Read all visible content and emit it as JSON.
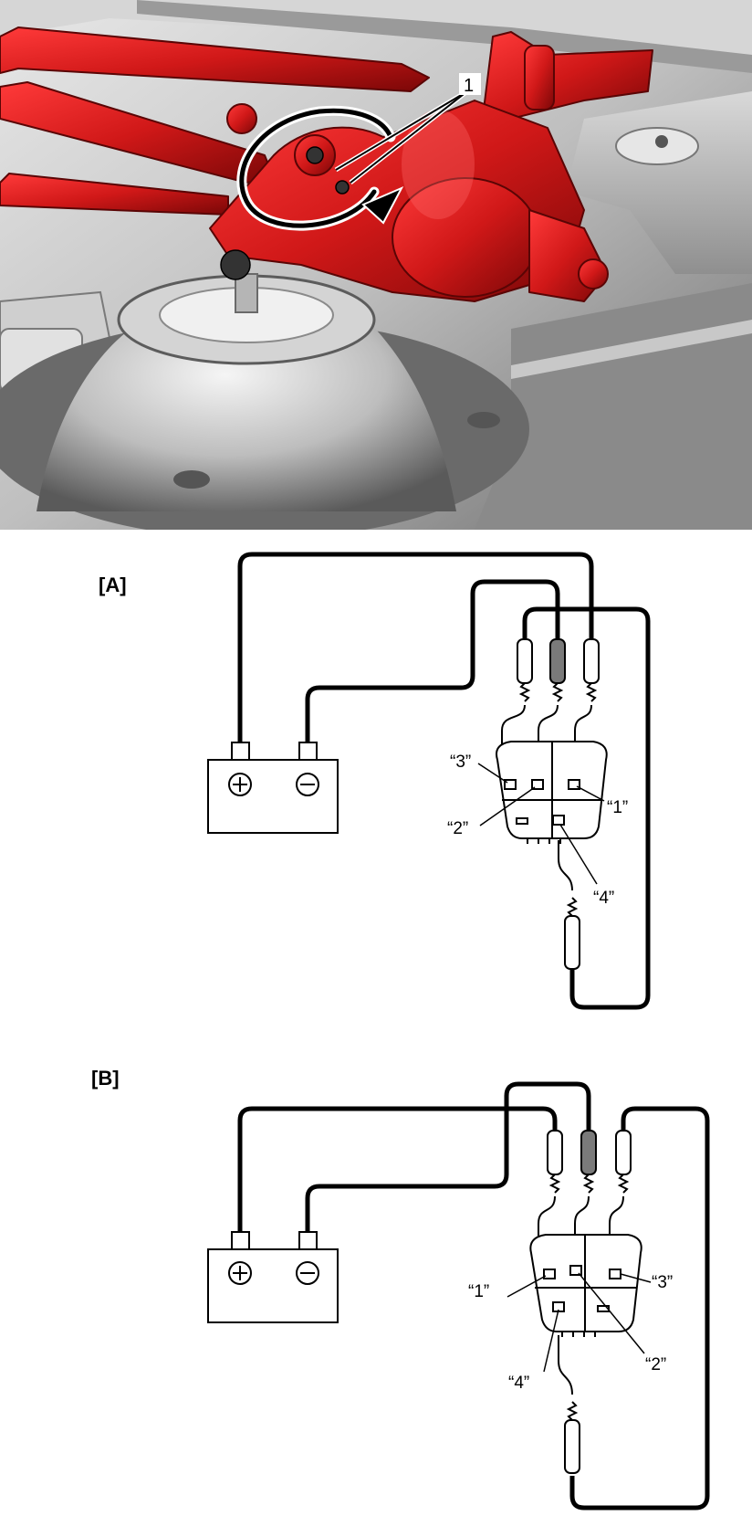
{
  "photo": {
    "callout_number": "1",
    "colors": {
      "highlight_part": "#c4161c",
      "body_gray": "#bdbdbd",
      "dark_gray": "#5a5a5a"
    }
  },
  "diagram_A": {
    "panel_label": "[A]",
    "battery_symbols": {
      "positive": "⊕",
      "negative": "⊖"
    },
    "pins": {
      "p1": "“1”",
      "p2": "“2”",
      "p3": "“3”",
      "p4": "“4”"
    }
  },
  "diagram_B": {
    "panel_label": "[B]",
    "battery_symbols": {
      "positive": "⊕",
      "negative": "⊖"
    },
    "pins": {
      "p1": "“1”",
      "p2": "“2”",
      "p3": "“3”",
      "p4": "“4”"
    }
  }
}
